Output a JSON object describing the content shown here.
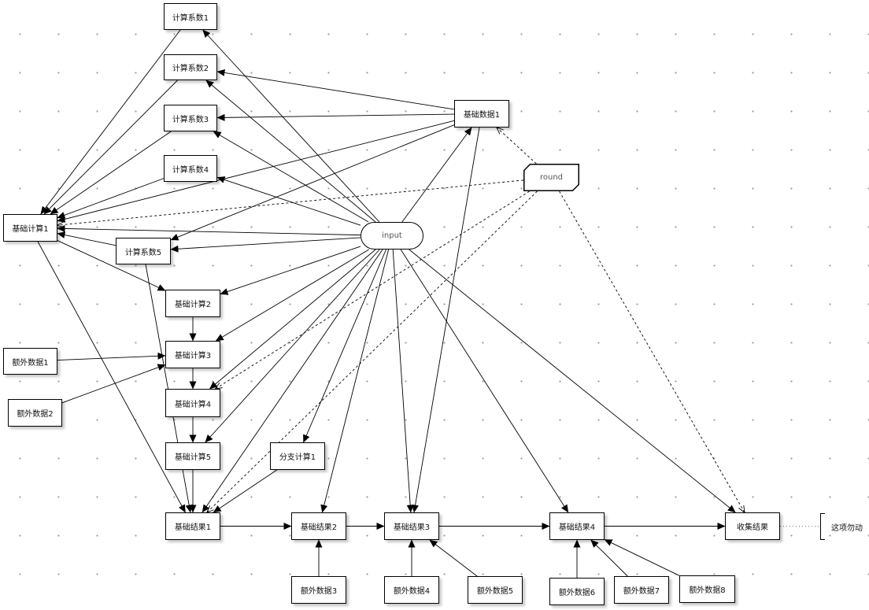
{
  "nodes": {
    "coef1": "计算系数1",
    "coef2": "计算系数2",
    "coef3": "计算系数3",
    "coef4": "计算系数4",
    "coef5": "计算系数5",
    "basecalc1": "基础计算1",
    "basecalc2": "基础计算2",
    "basecalc3": "基础计算3",
    "basecalc4": "基础计算4",
    "basecalc5": "基础计算5",
    "basedata1": "基础数据1",
    "round": "round",
    "input": "input",
    "extra1": "额外数据1",
    "extra2": "额外数据2",
    "extra3": "额外数据3",
    "extra4": "额外数据4",
    "extra5": "额外数据5",
    "extra6": "额外数据6",
    "extra7": "额外数据7",
    "extra8": "额外数据8",
    "branch1": "分支计算1",
    "result1": "基础结果1",
    "result2": "基础结果2",
    "result3": "基础结果3",
    "result4": "基础结果4",
    "collect": "收集结果",
    "note": "这项勿动"
  },
  "edges": [
    {
      "from": "input",
      "to": "coef1",
      "style": "solid"
    },
    {
      "from": "input",
      "to": "coef2",
      "style": "solid"
    },
    {
      "from": "input",
      "to": "coef3",
      "style": "solid"
    },
    {
      "from": "input",
      "to": "coef4",
      "style": "solid"
    },
    {
      "from": "input",
      "to": "coef5",
      "style": "solid"
    },
    {
      "from": "input",
      "to": "basecalc1",
      "style": "solid"
    },
    {
      "from": "input",
      "to": "basecalc2",
      "style": "solid"
    },
    {
      "from": "input",
      "to": "basecalc3",
      "style": "solid"
    },
    {
      "from": "input",
      "to": "basecalc4",
      "style": "solid"
    },
    {
      "from": "input",
      "to": "basecalc5",
      "style": "solid"
    },
    {
      "from": "input",
      "to": "basedata1",
      "style": "solid"
    },
    {
      "from": "input",
      "to": "branch1",
      "style": "solid"
    },
    {
      "from": "input",
      "to": "result1",
      "style": "solid"
    },
    {
      "from": "input",
      "to": "result2",
      "style": "solid"
    },
    {
      "from": "input",
      "to": "result3",
      "style": "solid"
    },
    {
      "from": "input",
      "to": "result4",
      "style": "solid"
    },
    {
      "from": "input",
      "to": "collect",
      "style": "solid"
    },
    {
      "from": "basedata1",
      "to": "coef2",
      "style": "solid"
    },
    {
      "from": "basedata1",
      "to": "coef3",
      "style": "solid"
    },
    {
      "from": "basedata1",
      "to": "basecalc1",
      "style": "solid"
    },
    {
      "from": "basedata1",
      "to": "coef5",
      "style": "solid"
    },
    {
      "from": "basedata1",
      "to": "result3",
      "style": "solid"
    },
    {
      "from": "coef1",
      "to": "basecalc1",
      "style": "solid"
    },
    {
      "from": "coef2",
      "to": "basecalc1",
      "style": "solid"
    },
    {
      "from": "coef3",
      "to": "basecalc1",
      "style": "solid"
    },
    {
      "from": "coef4",
      "to": "basecalc1",
      "style": "solid"
    },
    {
      "from": "coef5",
      "to": "basecalc1",
      "style": "solid"
    },
    {
      "from": "coef5",
      "to": "result1",
      "style": "solid"
    },
    {
      "from": "basecalc1",
      "to": "basecalc2",
      "style": "solid"
    },
    {
      "from": "basecalc1",
      "to": "result1",
      "style": "solid"
    },
    {
      "from": "basecalc2",
      "to": "basecalc3",
      "style": "solid"
    },
    {
      "from": "basecalc3",
      "to": "basecalc4",
      "style": "solid"
    },
    {
      "from": "basecalc4",
      "to": "basecalc5",
      "style": "solid"
    },
    {
      "from": "basecalc5",
      "to": "result1",
      "style": "solid"
    },
    {
      "from": "extra1",
      "to": "basecalc3",
      "style": "solid"
    },
    {
      "from": "extra2",
      "to": "basecalc3",
      "style": "solid"
    },
    {
      "from": "branch1",
      "to": "result1",
      "style": "solid"
    },
    {
      "from": "result1",
      "to": "result2",
      "style": "solid"
    },
    {
      "from": "result2",
      "to": "result3",
      "style": "solid"
    },
    {
      "from": "result3",
      "to": "result4",
      "style": "solid"
    },
    {
      "from": "result4",
      "to": "collect",
      "style": "solid"
    },
    {
      "from": "extra3",
      "to": "result2",
      "style": "solid"
    },
    {
      "from": "extra4",
      "to": "result3",
      "style": "solid"
    },
    {
      "from": "extra5",
      "to": "result3",
      "style": "solid"
    },
    {
      "from": "extra6",
      "to": "result4",
      "style": "solid"
    },
    {
      "from": "extra7",
      "to": "result4",
      "style": "solid"
    },
    {
      "from": "extra8",
      "to": "result4",
      "style": "solid"
    },
    {
      "from": "round",
      "to": "basedata1",
      "style": "dashed"
    },
    {
      "from": "round",
      "to": "basecalc1",
      "style": "dashed"
    },
    {
      "from": "round",
      "to": "basecalc4",
      "style": "dashed"
    },
    {
      "from": "round",
      "to": "result1",
      "style": "dashed"
    },
    {
      "from": "round",
      "to": "collect",
      "style": "dashed"
    },
    {
      "from": "collect",
      "to": "note",
      "style": "dotted"
    }
  ]
}
